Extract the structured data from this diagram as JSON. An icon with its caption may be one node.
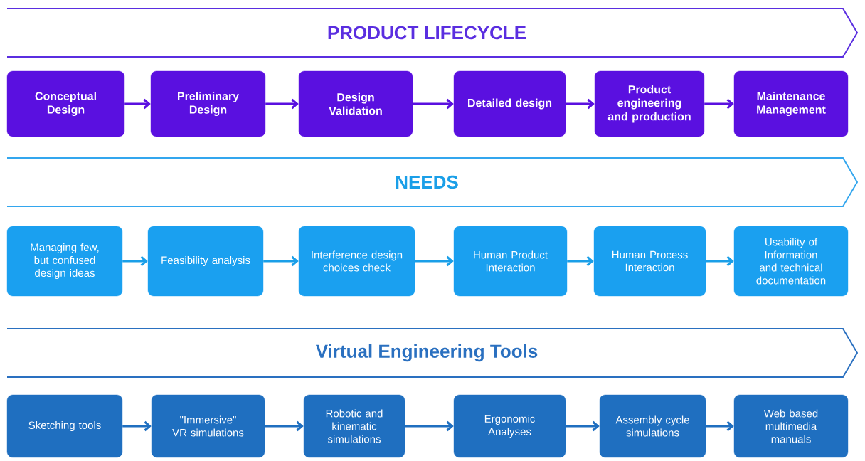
{
  "diagram": {
    "nodes": [
      {
        "text": [
          "PRODUCT LIFECYCLE"
        ]
      },
      {
        "text": [
          "Conceptual Design"
        ]
      },
      {
        "text": [
          "Preliminary Design"
        ]
      },
      {
        "text": [
          "Design Validation"
        ]
      },
      {
        "text": [
          "Detailed design"
        ]
      },
      {
        "text": [
          "Product engineering and production"
        ]
      },
      {
        "text": [
          "Maintenance Management"
        ]
      },
      {
        "text": [
          "NEEDS"
        ]
      },
      {
        "text": [
          "Managing few, but confused design ideas"
        ]
      },
      {
        "text": [
          "Feasibility analysis"
        ]
      },
      {
        "text": [
          "Interference design choices check"
        ]
      },
      {
        "text": [
          "Human Product Interaction"
        ]
      },
      {
        "text": [
          "Human Process Interaction"
        ]
      },
      {
        "text": [
          "Usability of Information and technical documentation"
        ]
      },
      {
        "text": [
          "Virtual Engineering Tools"
        ]
      },
      {
        "text": [
          "Sketching tools"
        ]
      },
      {
        "text": [
          "\"Immersive\" VR simulations"
        ]
      },
      {
        "text": [
          "Robotic and kinematic simulations"
        ]
      },
      {
        "text": [
          "Ergonomic Analyses"
        ]
      },
      {
        "text": [
          "Assembly cycle simulations"
        ]
      },
      {
        "text": [
          "Web based multimedia manuals"
        ]
      }
    ],
    "edges": [
      {
        "from": 1,
        "to": 2,
        "arrow": "to",
        "color": "#5a10e0"
      },
      {
        "from": 2,
        "to": 3,
        "arrow": "to",
        "color": "#5a10e0"
      },
      {
        "from": 3,
        "to": 4,
        "arrow": "to",
        "color": "#5a10e0"
      },
      {
        "from": 4,
        "to": 5,
        "arrow": "to",
        "color": "#5a10e0"
      },
      {
        "from": 5,
        "to": 6,
        "arrow": "to",
        "color": "#5a10e0"
      },
      {
        "from": 8,
        "to": 9,
        "arrow": "to",
        "color": "#1a9fe8"
      },
      {
        "from": 9,
        "to": 10,
        "arrow": "to",
        "color": "#1a9fe8"
      },
      {
        "from": 10,
        "to": 11,
        "arrow": "to",
        "color": "#1a9fe8"
      },
      {
        "from": 11,
        "to": 12,
        "arrow": "to",
        "color": "#1a9fe8"
      },
      {
        "from": 12,
        "to": 13,
        "arrow": "to",
        "color": "#1a9fe8"
      },
      {
        "from": 15,
        "to": 16,
        "arrow": "to",
        "color": "#1f6fc0"
      },
      {
        "from": 16,
        "to": 17,
        "arrow": "to",
        "color": "#1f6fc0"
      },
      {
        "from": 17,
        "to": 18,
        "arrow": "to",
        "color": "#1f6fc0"
      },
      {
        "from": 18,
        "to": 19,
        "arrow": "to",
        "color": "#1f6fc0"
      },
      {
        "from": 19,
        "to": 20,
        "arrow": "to",
        "color": "#1f6fc0"
      }
    ]
  }
}
